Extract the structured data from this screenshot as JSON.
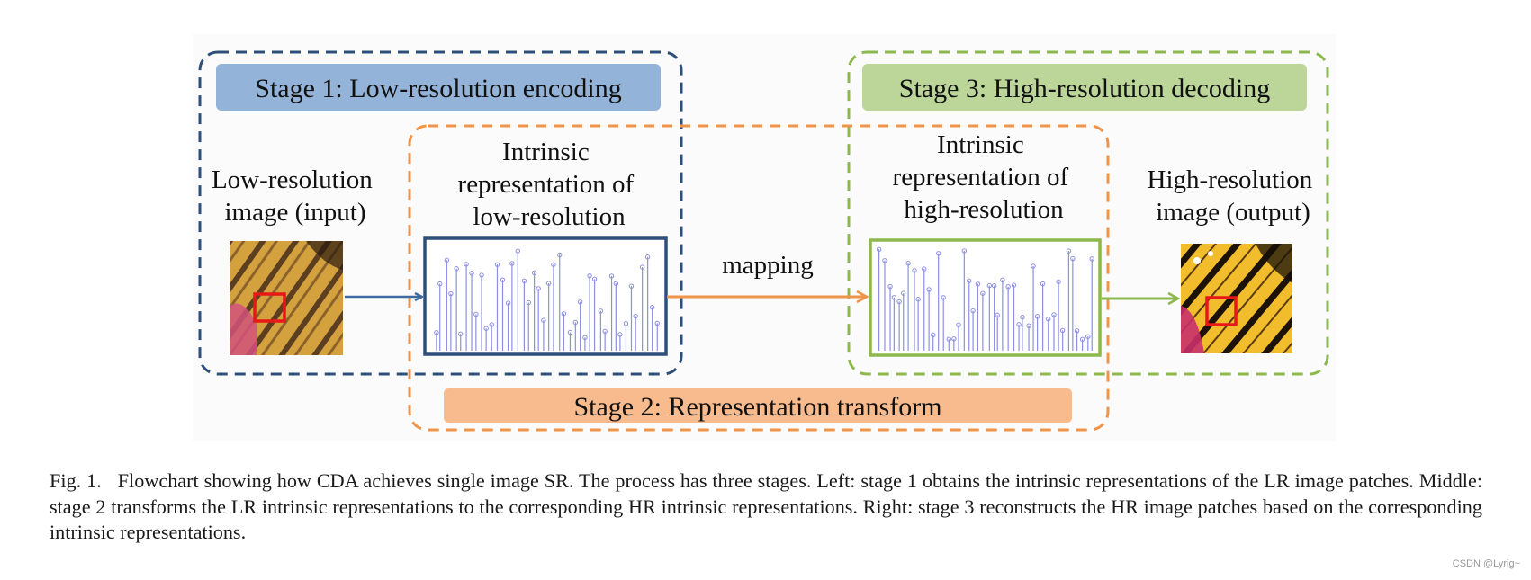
{
  "diagram": {
    "stage1_title": "Stage 1: Low-resolution encoding",
    "stage2_title": "Stage 2: Representation transform",
    "stage3_title": "Stage 3: High-resolution decoding",
    "lr_image_label": [
      "Low-resolution",
      "image (input)"
    ],
    "lr_repr_label": [
      "Intrinsic",
      "representation of",
      "low-resolution"
    ],
    "hr_repr_label": [
      "Intrinsic",
      "representation of",
      "high-resolution"
    ],
    "hr_image_label": [
      "High-resolution",
      "image (output)"
    ],
    "mapping_label": "mapping",
    "colors": {
      "stage1": "#2e4f7a",
      "stage1_fill": "#93b3d8",
      "stage2": "#f0944a",
      "stage2_fill": "#f8bb8d",
      "stage3": "#8db84e",
      "stage3_fill": "#bcd69a",
      "stem": "#8c8fe0",
      "patch_box": "#e81818"
    }
  },
  "caption": {
    "label": "Fig. 1.",
    "text": "Flowchart showing how CDA achieves single image SR. The process has three stages. Left: stage 1 obtains the intrinsic representations of the LR image patches. Middle: stage 2 transforms the LR intrinsic representations to the corresponding HR intrinsic representations. Right: stage 3 reconstructs the HR image patches based on the corresponding intrinsic representations."
  },
  "watermark": "CSDN @Lyrig~"
}
